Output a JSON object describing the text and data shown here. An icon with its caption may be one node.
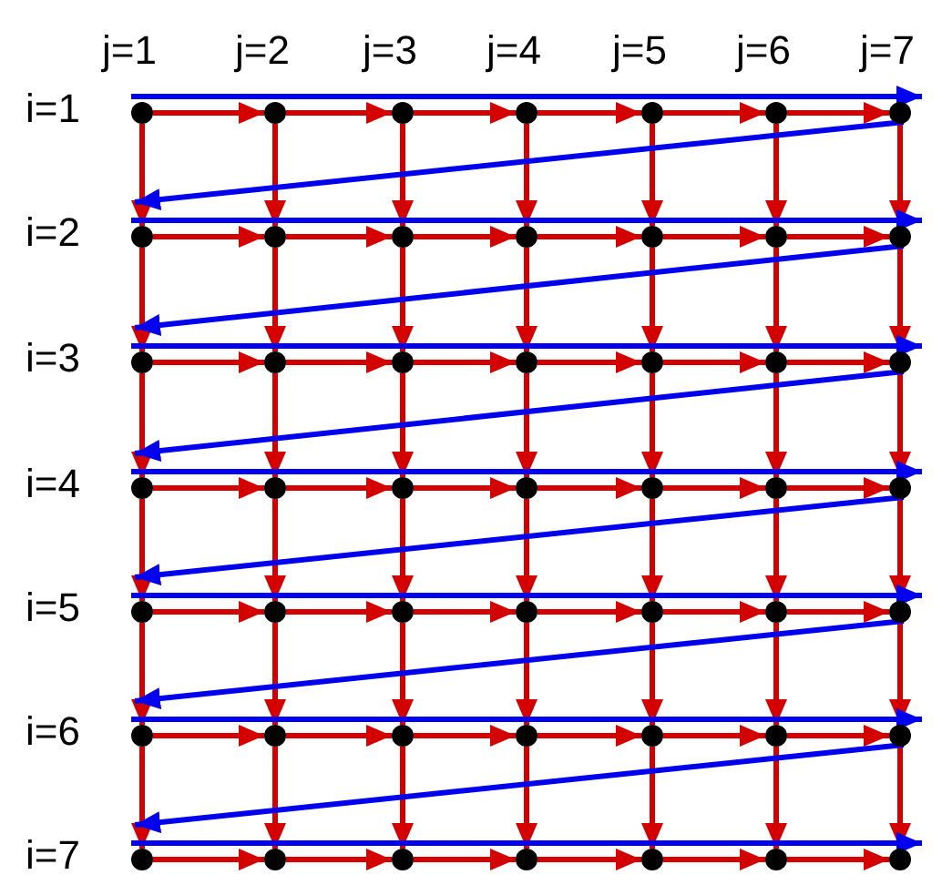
{
  "diagram": {
    "nodes": [
      {
        "text": [],
        "shape": "circle"
      },
      {
        "text": [],
        "shape": "circle"
      },
      {
        "text": [],
        "shape": "circle"
      },
      {
        "text": [],
        "shape": "circle"
      },
      {
        "text": [],
        "shape": "circle"
      },
      {
        "text": [],
        "shape": "circle"
      },
      {
        "text": [],
        "shape": "circle"
      },
      {
        "text": [],
        "shape": "circle"
      },
      {
        "text": [],
        "shape": "circle"
      },
      {
        "text": [],
        "shape": "circle"
      },
      {
        "text": [],
        "shape": "circle"
      },
      {
        "text": [],
        "shape": "circle"
      },
      {
        "text": [],
        "shape": "circle"
      },
      {
        "text": [],
        "shape": "circle"
      },
      {
        "text": [],
        "shape": "circle"
      },
      {
        "text": [],
        "shape": "circle"
      },
      {
        "text": [],
        "shape": "circle"
      },
      {
        "text": [],
        "shape": "circle"
      },
      {
        "text": [],
        "shape": "circle"
      },
      {
        "text": [],
        "shape": "circle"
      },
      {
        "text": [],
        "shape": "circle"
      },
      {
        "text": [],
        "shape": "circle"
      },
      {
        "text": [],
        "shape": "circle"
      },
      {
        "text": [],
        "shape": "circle"
      },
      {
        "text": [],
        "shape": "circle"
      },
      {
        "text": [],
        "shape": "circle"
      },
      {
        "text": [],
        "shape": "circle"
      },
      {
        "text": [],
        "shape": "circle"
      },
      {
        "text": [],
        "shape": "circle"
      },
      {
        "text": [],
        "shape": "circle"
      },
      {
        "text": [],
        "shape": "circle"
      },
      {
        "text": [],
        "shape": "circle"
      },
      {
        "text": [],
        "shape": "circle"
      },
      {
        "text": [],
        "shape": "circle"
      },
      {
        "text": [],
        "shape": "circle"
      },
      {
        "text": [],
        "shape": "circle"
      },
      {
        "text": [],
        "shape": "circle"
      },
      {
        "text": [],
        "shape": "circle"
      },
      {
        "text": [],
        "shape": "circle"
      },
      {
        "text": [],
        "shape": "circle"
      },
      {
        "text": [],
        "shape": "circle"
      },
      {
        "text": [],
        "shape": "circle"
      },
      {
        "text": [],
        "shape": "circle"
      },
      {
        "text": [],
        "shape": "circle"
      },
      {
        "text": [],
        "shape": "circle"
      },
      {
        "text": [],
        "shape": "circle"
      },
      {
        "text": [],
        "shape": "circle"
      },
      {
        "text": [],
        "shape": "circle"
      },
      {
        "text": [],
        "shape": "circle"
      }
    ],
    "edges": [
      {
        "from": 0,
        "to": 1,
        "arrow": "to"
      },
      {
        "from": 1,
        "to": 2,
        "arrow": "to"
      },
      {
        "from": 2,
        "to": 3,
        "arrow": "to"
      },
      {
        "from": 3,
        "to": 4,
        "arrow": "to"
      },
      {
        "from": 4,
        "to": 5,
        "arrow": "to"
      },
      {
        "from": 5,
        "to": 6,
        "arrow": "to"
      },
      {
        "from": 7,
        "to": 8,
        "arrow": "to"
      },
      {
        "from": 8,
        "to": 9,
        "arrow": "to"
      },
      {
        "from": 9,
        "to": 10,
        "arrow": "to"
      },
      {
        "from": 10,
        "to": 11,
        "arrow": "to"
      },
      {
        "from": 11,
        "to": 12,
        "arrow": "to"
      },
      {
        "from": 12,
        "to": 13,
        "arrow": "to"
      },
      {
        "from": 14,
        "to": 15,
        "arrow": "to"
      },
      {
        "from": 15,
        "to": 16,
        "arrow": "to"
      },
      {
        "from": 16,
        "to": 17,
        "arrow": "to"
      },
      {
        "from": 17,
        "to": 18,
        "arrow": "to"
      },
      {
        "from": 18,
        "to": 19,
        "arrow": "to"
      },
      {
        "from": 19,
        "to": 20,
        "arrow": "to"
      },
      {
        "from": 21,
        "to": 22,
        "arrow": "to"
      },
      {
        "from": 22,
        "to": 23,
        "arrow": "to"
      },
      {
        "from": 23,
        "to": 24,
        "arrow": "to"
      },
      {
        "from": 24,
        "to": 25,
        "arrow": "to"
      },
      {
        "from": 25,
        "to": 26,
        "arrow": "to"
      },
      {
        "from": 26,
        "to": 27,
        "arrow": "to"
      },
      {
        "from": 28,
        "to": 29,
        "arrow": "to"
      },
      {
        "from": 29,
        "to": 30,
        "arrow": "to"
      },
      {
        "from": 30,
        "to": 31,
        "arrow": "to"
      },
      {
        "from": 31,
        "to": 32,
        "arrow": "to"
      },
      {
        "from": 32,
        "to": 33,
        "arrow": "to"
      },
      {
        "from": 33,
        "to": 34,
        "arrow": "to"
      },
      {
        "from": 35,
        "to": 36,
        "arrow": "to"
      },
      {
        "from": 36,
        "to": 37,
        "arrow": "to"
      },
      {
        "from": 37,
        "to": 38,
        "arrow": "to"
      },
      {
        "from": 38,
        "to": 39,
        "arrow": "to"
      },
      {
        "from": 39,
        "to": 40,
        "arrow": "to"
      },
      {
        "from": 40,
        "to": 41,
        "arrow": "to"
      },
      {
        "from": 42,
        "to": 43,
        "arrow": "to"
      },
      {
        "from": 43,
        "to": 44,
        "arrow": "to"
      },
      {
        "from": 44,
        "to": 45,
        "arrow": "to"
      },
      {
        "from": 45,
        "to": 46,
        "arrow": "to"
      },
      {
        "from": 46,
        "to": 47,
        "arrow": "to"
      },
      {
        "from": 47,
        "to": 48,
        "arrow": "to"
      },
      {
        "from": 0,
        "to": 7,
        "arrow": "to"
      },
      {
        "from": 1,
        "to": 8,
        "arrow": "to"
      },
      {
        "from": 2,
        "to": 9,
        "arrow": "to"
      },
      {
        "from": 3,
        "to": 10,
        "arrow": "to"
      },
      {
        "from": 4,
        "to": 11,
        "arrow": "to"
      },
      {
        "from": 5,
        "to": 12,
        "arrow": "to"
      },
      {
        "from": 6,
        "to": 13,
        "arrow": "to"
      },
      {
        "from": 7,
        "to": 14,
        "arrow": "to"
      },
      {
        "from": 8,
        "to": 15,
        "arrow": "to"
      },
      {
        "from": 9,
        "to": 16,
        "arrow": "to"
      },
      {
        "from": 10,
        "to": 17,
        "arrow": "to"
      },
      {
        "from": 11,
        "to": 18,
        "arrow": "to"
      },
      {
        "from": 12,
        "to": 19,
        "arrow": "to"
      },
      {
        "from": 13,
        "to": 20,
        "arrow": "to"
      },
      {
        "from": 14,
        "to": 21,
        "arrow": "to"
      },
      {
        "from": 15,
        "to": 22,
        "arrow": "to"
      },
      {
        "from": 16,
        "to": 23,
        "arrow": "to"
      },
      {
        "from": 17,
        "to": 24,
        "arrow": "to"
      },
      {
        "from": 18,
        "to": 25,
        "arrow": "to"
      },
      {
        "from": 19,
        "to": 26,
        "arrow": "to"
      },
      {
        "from": 20,
        "to": 27,
        "arrow": "to"
      },
      {
        "from": 21,
        "to": 28,
        "arrow": "to"
      },
      {
        "from": 22,
        "to": 29,
        "arrow": "to"
      },
      {
        "from": 23,
        "to": 30,
        "arrow": "to"
      },
      {
        "from": 24,
        "to": 31,
        "arrow": "to"
      },
      {
        "from": 25,
        "to": 32,
        "arrow": "to"
      },
      {
        "from": 26,
        "to": 33,
        "arrow": "to"
      },
      {
        "from": 27,
        "to": 34,
        "arrow": "to"
      },
      {
        "from": 28,
        "to": 35,
        "arrow": "to"
      },
      {
        "from": 29,
        "to": 36,
        "arrow": "to"
      },
      {
        "from": 30,
        "to": 37,
        "arrow": "to"
      },
      {
        "from": 31,
        "to": 38,
        "arrow": "to"
      },
      {
        "from": 32,
        "to": 39,
        "arrow": "to"
      },
      {
        "from": 33,
        "to": 40,
        "arrow": "to"
      },
      {
        "from": 34,
        "to": 41,
        "arrow": "to"
      },
      {
        "from": 35,
        "to": 42,
        "arrow": "to"
      },
      {
        "from": 36,
        "to": 43,
        "arrow": "to"
      },
      {
        "from": 37,
        "to": 44,
        "arrow": "to"
      },
      {
        "from": 38,
        "to": 45,
        "arrow": "to"
      },
      {
        "from": 39,
        "to": 46,
        "arrow": "to"
      },
      {
        "from": 40,
        "to": 47,
        "arrow": "to"
      },
      {
        "from": 41,
        "to": 48,
        "arrow": "to"
      },
      {
        "from": 0,
        "to": 6,
        "arrow": "to",
        "color": "#0000ee"
      },
      {
        "from": 6,
        "to": 7,
        "arrow": "to",
        "color": "#0000ee"
      },
      {
        "from": 7,
        "to": 13,
        "arrow": "to",
        "color": "#0000ee"
      },
      {
        "from": 13,
        "to": 14,
        "arrow": "to",
        "color": "#0000ee"
      },
      {
        "from": 14,
        "to": 20,
        "arrow": "to",
        "color": "#0000ee"
      },
      {
        "from": 20,
        "to": 21,
        "arrow": "to",
        "color": "#0000ee"
      },
      {
        "from": 21,
        "to": 27,
        "arrow": "to",
        "color": "#0000ee"
      },
      {
        "from": 27,
        "to": 28,
        "arrow": "to",
        "color": "#0000ee"
      },
      {
        "from": 28,
        "to": 34,
        "arrow": "to",
        "color": "#0000ee"
      },
      {
        "from": 34,
        "to": 35,
        "arrow": "to",
        "color": "#0000ee"
      },
      {
        "from": 35,
        "to": 41,
        "arrow": "to",
        "color": "#0000ee"
      },
      {
        "from": 41,
        "to": 42,
        "arrow": "to",
        "color": "#0000ee"
      },
      {
        "from": 42,
        "to": 48,
        "arrow": "to",
        "color": "#0000ee"
      }
    ],
    "labels": [
      "j=1",
      "j=2",
      "j=3",
      "j=4",
      "j=5",
      "j=6",
      "j=7",
      "i=1",
      "i=2",
      "i=3",
      "i=4",
      "i=5",
      "i=6",
      "i=7"
    ]
  }
}
